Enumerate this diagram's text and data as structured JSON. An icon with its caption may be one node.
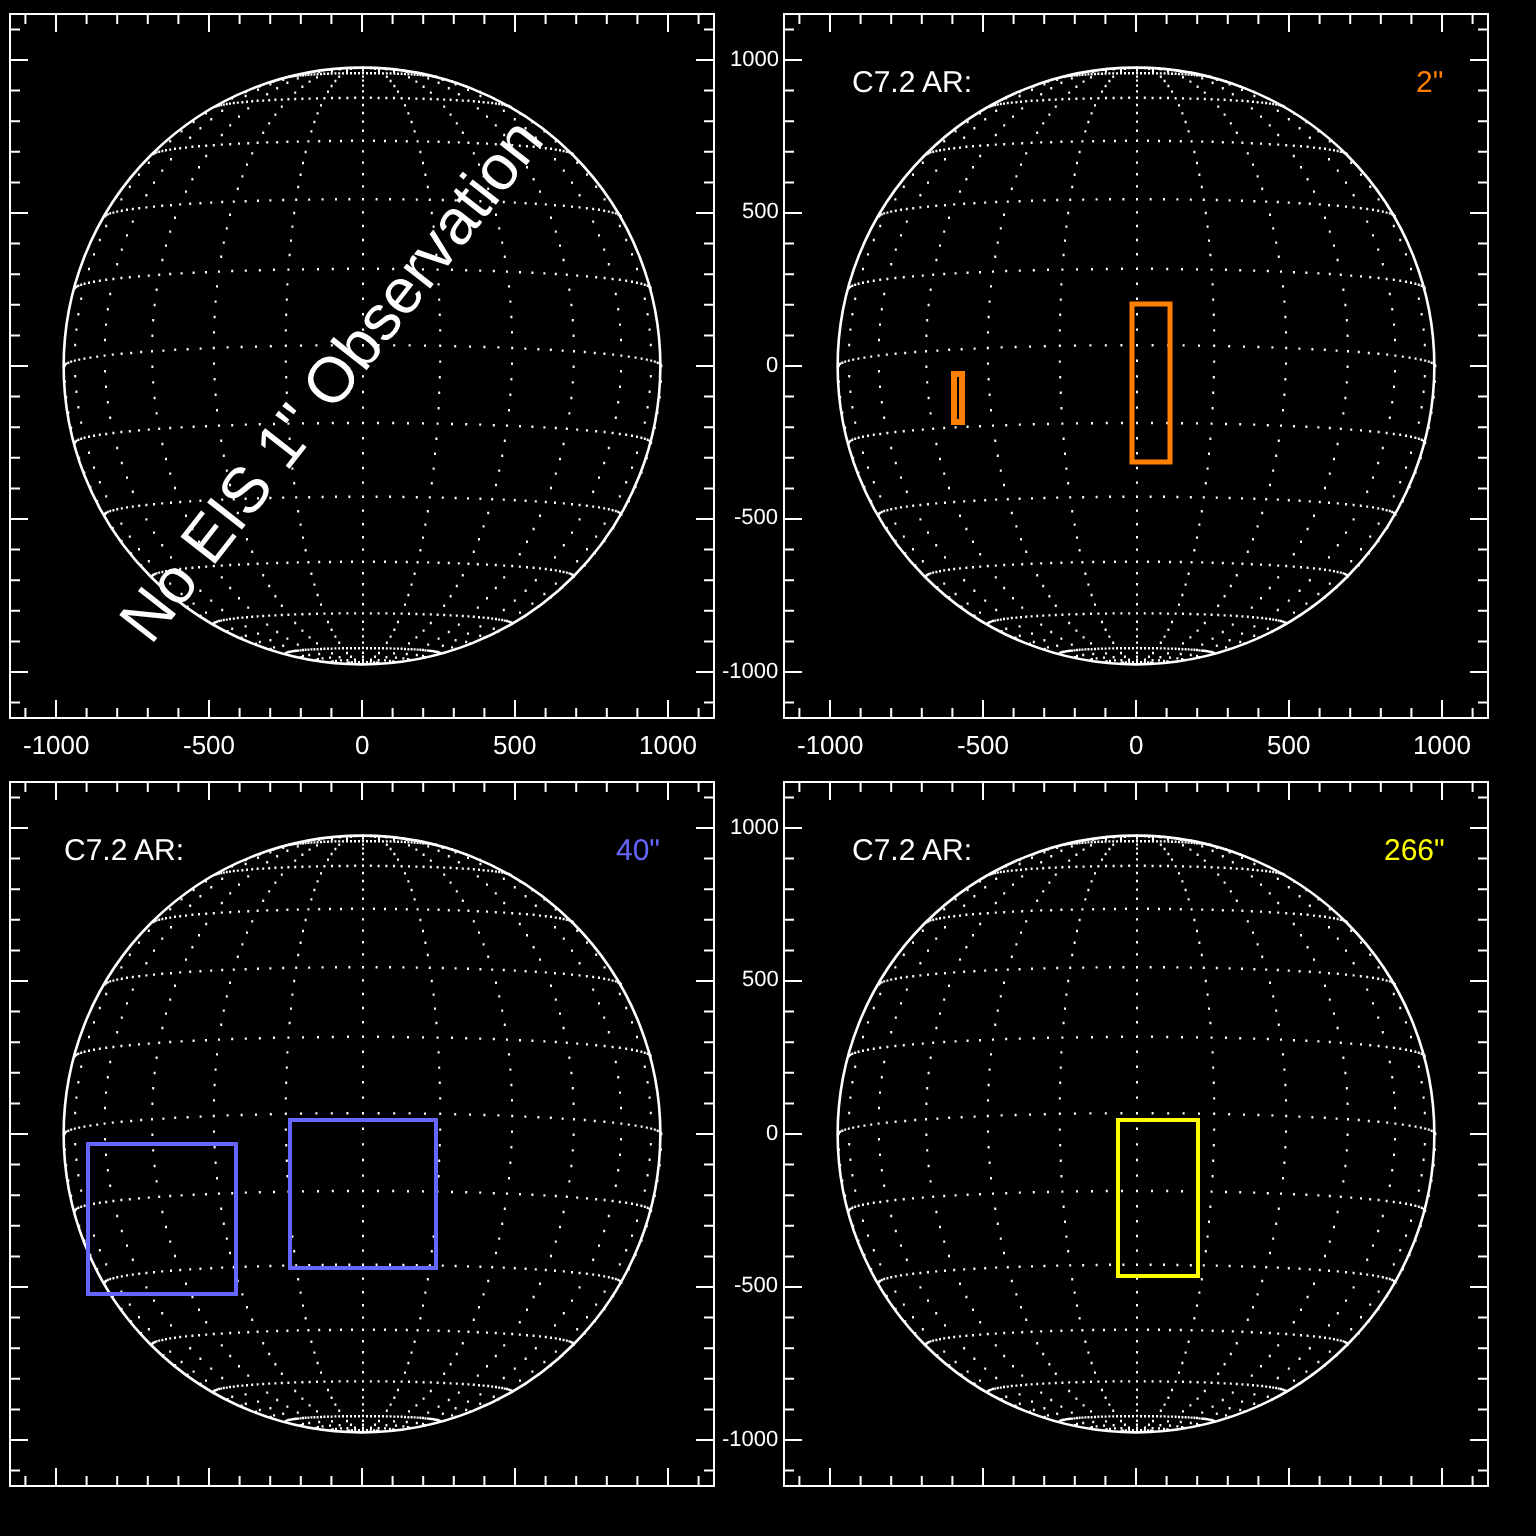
{
  "diagram": {
    "labels": [
      "No EIS 1\" Observation",
      "1000",
      "C7.2 AR:",
      "2\"",
      "500",
      "0",
      "-500",
      "-1000",
      "-1000",
      "-500",
      "0",
      "500",
      "1000",
      "-1000",
      "-500",
      "0",
      "500",
      "1000",
      "1000",
      "C7.2 AR:",
      "40\"",
      "C7.2 AR:",
      "266\"",
      "500",
      "0",
      "-500",
      "-1000"
    ]
  }
}
